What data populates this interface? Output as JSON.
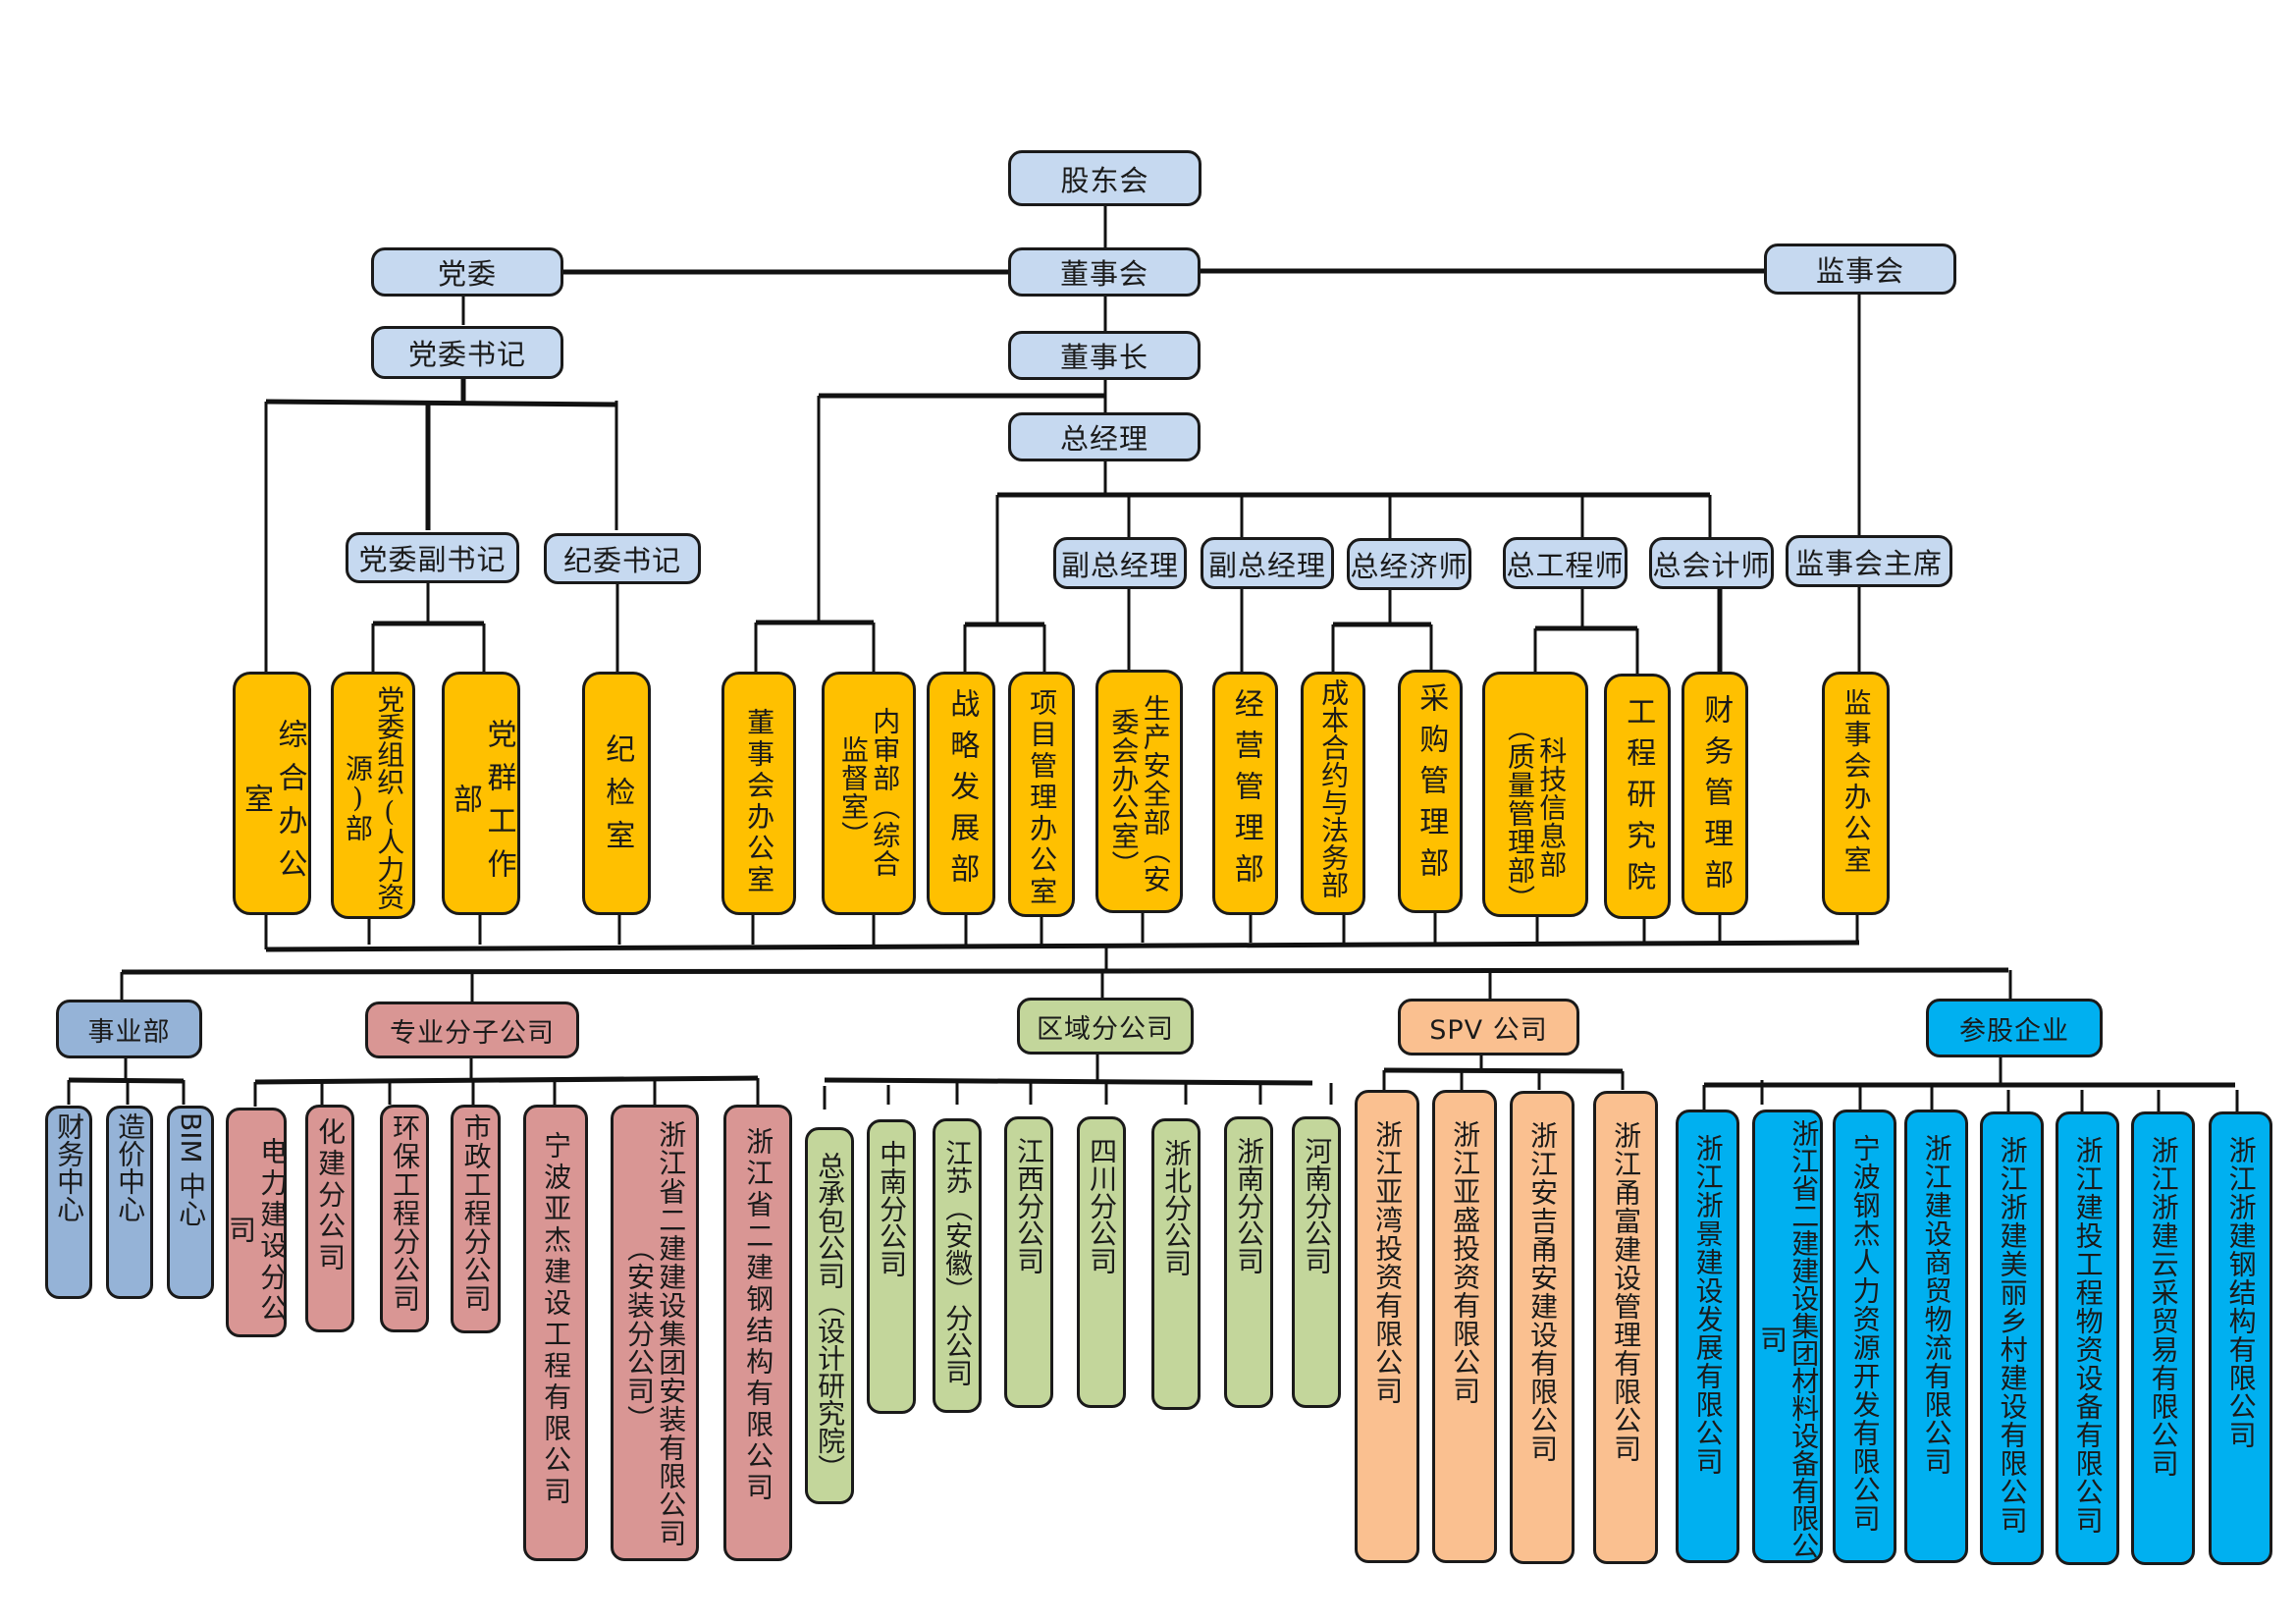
{
  "governance": {
    "shareholders": "股东会",
    "board": "董事会",
    "party_committee": "党委",
    "supervisory_board": "监事会",
    "party_secretary": "党委书记",
    "chairman": "董事长",
    "general_manager": "总经理"
  },
  "executives": {
    "deputy_party_secretary": "党委副书记",
    "discipline_secretary": "纪委书记",
    "deputy_gm_1": "副总经理",
    "deputy_gm_2": "副总经理",
    "chief_economist": "总经济师",
    "chief_engineer": "总工程师",
    "chief_accountant": "总会计师",
    "supervisory_chair": "监事会主席"
  },
  "departments": [
    "综合办公室",
    "党委组织(人力资源)部",
    "党群工作部",
    "纪检室",
    "董事会办公室",
    "内审部（综合监督室）",
    "战略发展部",
    "项目管理办公室",
    "生产安全部（安委会办公室）",
    "经营管理部",
    "成本合约与法务部",
    "采购管理部",
    "科技信息部（质量管理部）",
    "工程研究院",
    "财务管理部",
    "监事会办公室"
  ],
  "categories": {
    "business_units": {
      "label": "事业部",
      "color": "#95b3d7",
      "items": [
        "财务中心",
        "造价中心",
        "BIM 中心"
      ]
    },
    "professional_subsidiaries": {
      "label": "专业分子公司",
      "color": "#d99694",
      "items": [
        "电力建设分公司",
        "化建分公司",
        "环保工程分公司",
        "市政工程分公司",
        "宁波亚杰建设工程有限公司",
        "浙江省二建建设集团安装有限公司（安装分公司）",
        "浙江省二建钢结构有限公司"
      ]
    },
    "regional_branches": {
      "label": "区域分公司",
      "color": "#c3d69b",
      "items": [
        "总承包公司（设计研究院）",
        "中南分公司",
        "江苏（安徽）分公司",
        "江西分公司",
        "四川分公司",
        "浙北分公司",
        "浙南分公司",
        "河南分公司"
      ]
    },
    "spv_companies": {
      "label": "SPV 公司",
      "color": "#fac090",
      "items": [
        "浙江亚湾投资有限公司",
        "浙江亚盛投资有限公司",
        "浙江安吉甬安建设有限公司",
        "浙江甬富建设管理有限公司"
      ]
    },
    "equity_holdings": {
      "label": "参股企业",
      "color": "#00b0f0",
      "items": [
        "浙江浙景建设发展有限公司",
        "浙江省二建建设集团材料设备有限公司",
        "宁波钢杰人力资源开发有限公司",
        "浙江建设商贸物流有限公司",
        "浙江浙建美丽乡村建设有限公司",
        "浙江建投工程物资设备有限公司",
        "浙江浙建云采贸易有限公司",
        "浙江浙建钢结构有限公司"
      ]
    }
  },
  "colors": {
    "leadership": "#c6d9f0",
    "department": "#ffc000"
  }
}
